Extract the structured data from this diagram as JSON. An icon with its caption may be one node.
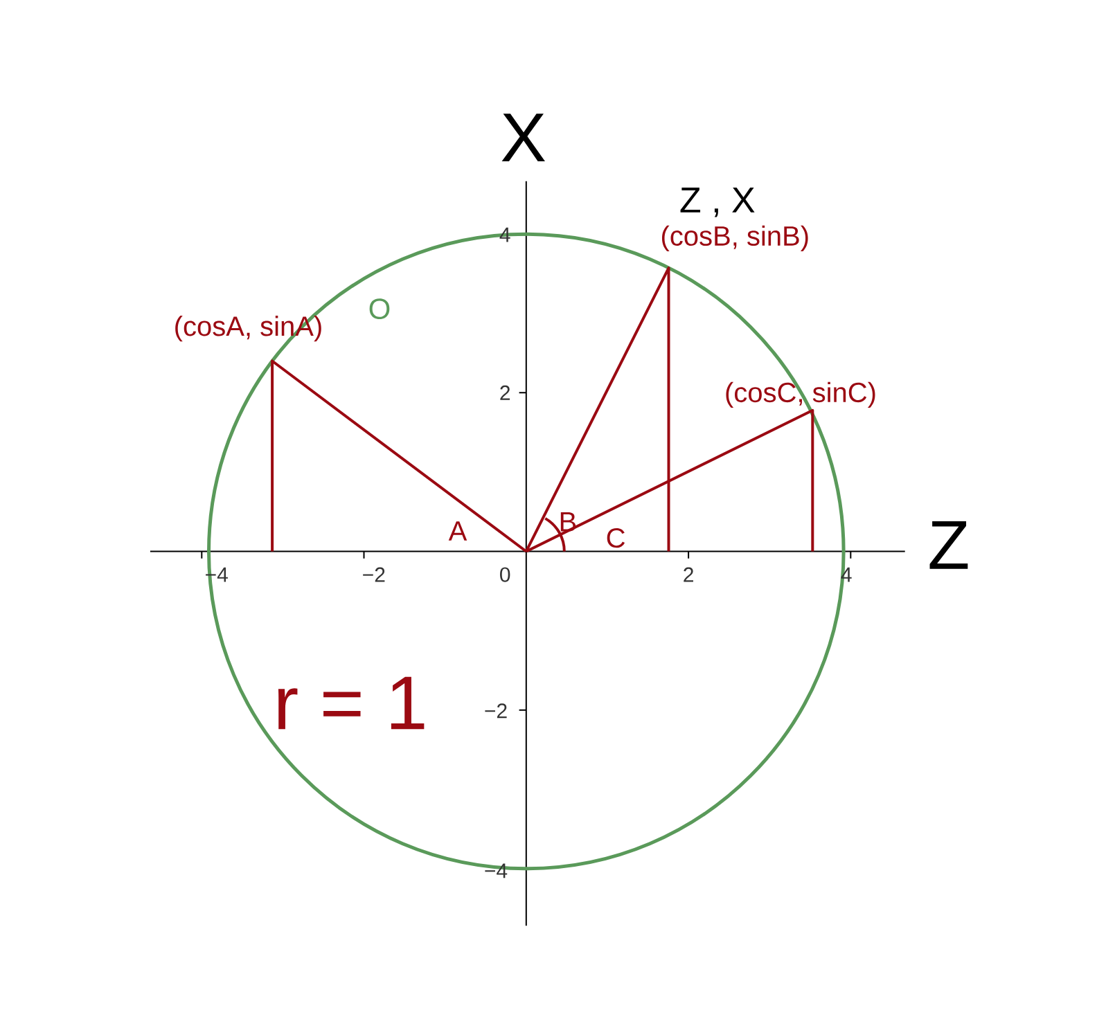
{
  "diagram": {
    "labels": [
      "X",
      "Z , X",
      "(cosB, sinB)",
      "(cosA, sinA)",
      "O",
      "(cosC, sinC)",
      "4",
      "2",
      "A",
      "B",
      "C",
      "Z",
      "−4",
      "−2",
      "0",
      "2",
      "4",
      "r = 1",
      "−2",
      "−4"
    ]
  }
}
